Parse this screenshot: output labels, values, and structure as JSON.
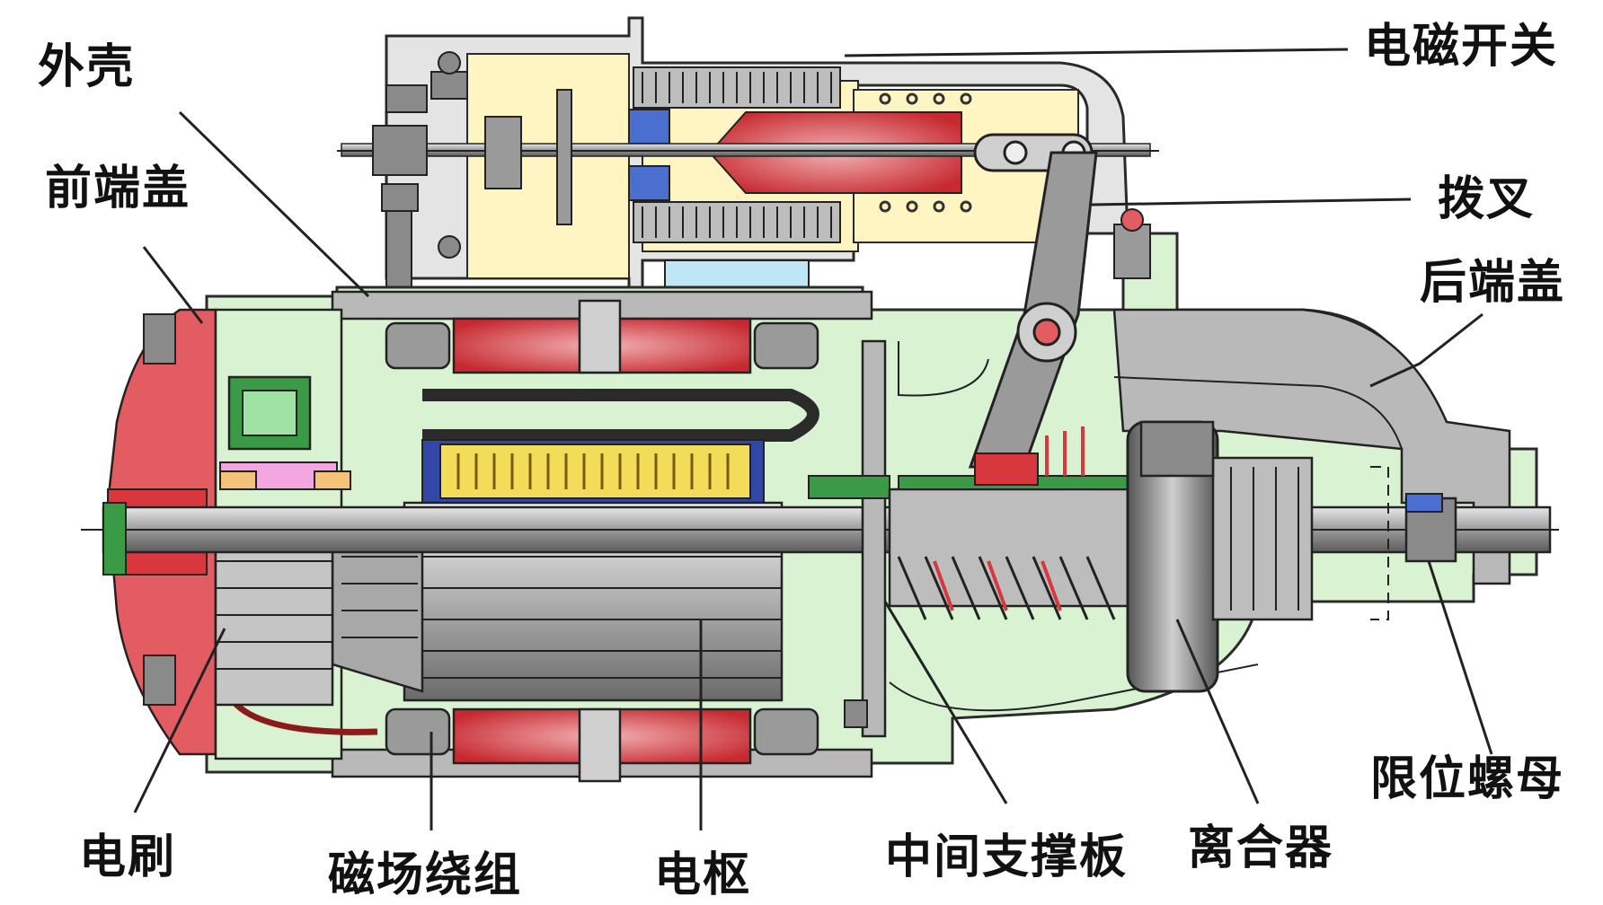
{
  "labels": {
    "shell": "外壳",
    "front_cover": "前端盖",
    "brush": "电刷",
    "field_winding": "磁场绕组",
    "armature": "电枢",
    "solenoid_switch": "电磁开关",
    "shift_fork": "拨叉",
    "rear_cover": "后端盖",
    "limit_nut": "限位螺母",
    "middle_support": "中间支撑板",
    "clutch": "离合器"
  },
  "colors": {
    "body_gray": "#b9b9b9",
    "dark_gray": "#7d7d7d",
    "light_green": "#d9f2d2",
    "coil_red": "#d7373d",
    "solenoid_yellow": "#fff5c2",
    "commutator_yellow": "#f3dc5a",
    "blue_part": "#4a6fd0",
    "pink_part": "#f3a6e0",
    "orange_part": "#f5c27a",
    "light_blue": "#bfe6f5",
    "green_part": "#3a9a46"
  }
}
